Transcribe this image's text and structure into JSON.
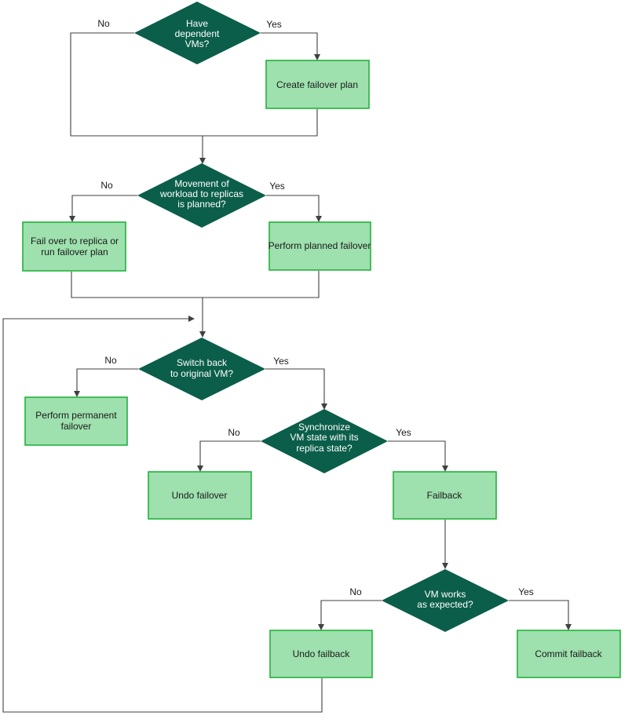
{
  "diagram": {
    "decisions": {
      "have_dependent_vms": [
        "Have",
        "dependent",
        "VMs?"
      ],
      "movement_planned": [
        "Movement of",
        "workload to replicas",
        "is planned?"
      ],
      "switch_back": [
        "Switch back",
        "to original VM?"
      ],
      "synchronize_state": [
        "Synchronize",
        "VM state with its",
        "replica state?"
      ],
      "vm_works": [
        "VM works",
        "as expected?"
      ]
    },
    "actions": {
      "create_failover_plan": [
        "Create failover plan"
      ],
      "fail_over_to_replica": [
        "Fail  over to replica or",
        "run failover plan"
      ],
      "perform_planned_failover": [
        "Perform planned failover"
      ],
      "perform_permanent_failover": [
        "Perform permanent",
        "failover"
      ],
      "undo_failover": [
        "Undo failover"
      ],
      "failback": [
        "Failback"
      ],
      "undo_failback": [
        "Undo failback"
      ],
      "commit_failback": [
        "Commit failback"
      ]
    },
    "branch_labels": {
      "no": "No",
      "yes": "Yes"
    },
    "colors": {
      "decision_fill": "#0b5e4a",
      "action_fill": "#9ee0ae",
      "action_border": "#21b23b",
      "edge": "#404040"
    }
  }
}
